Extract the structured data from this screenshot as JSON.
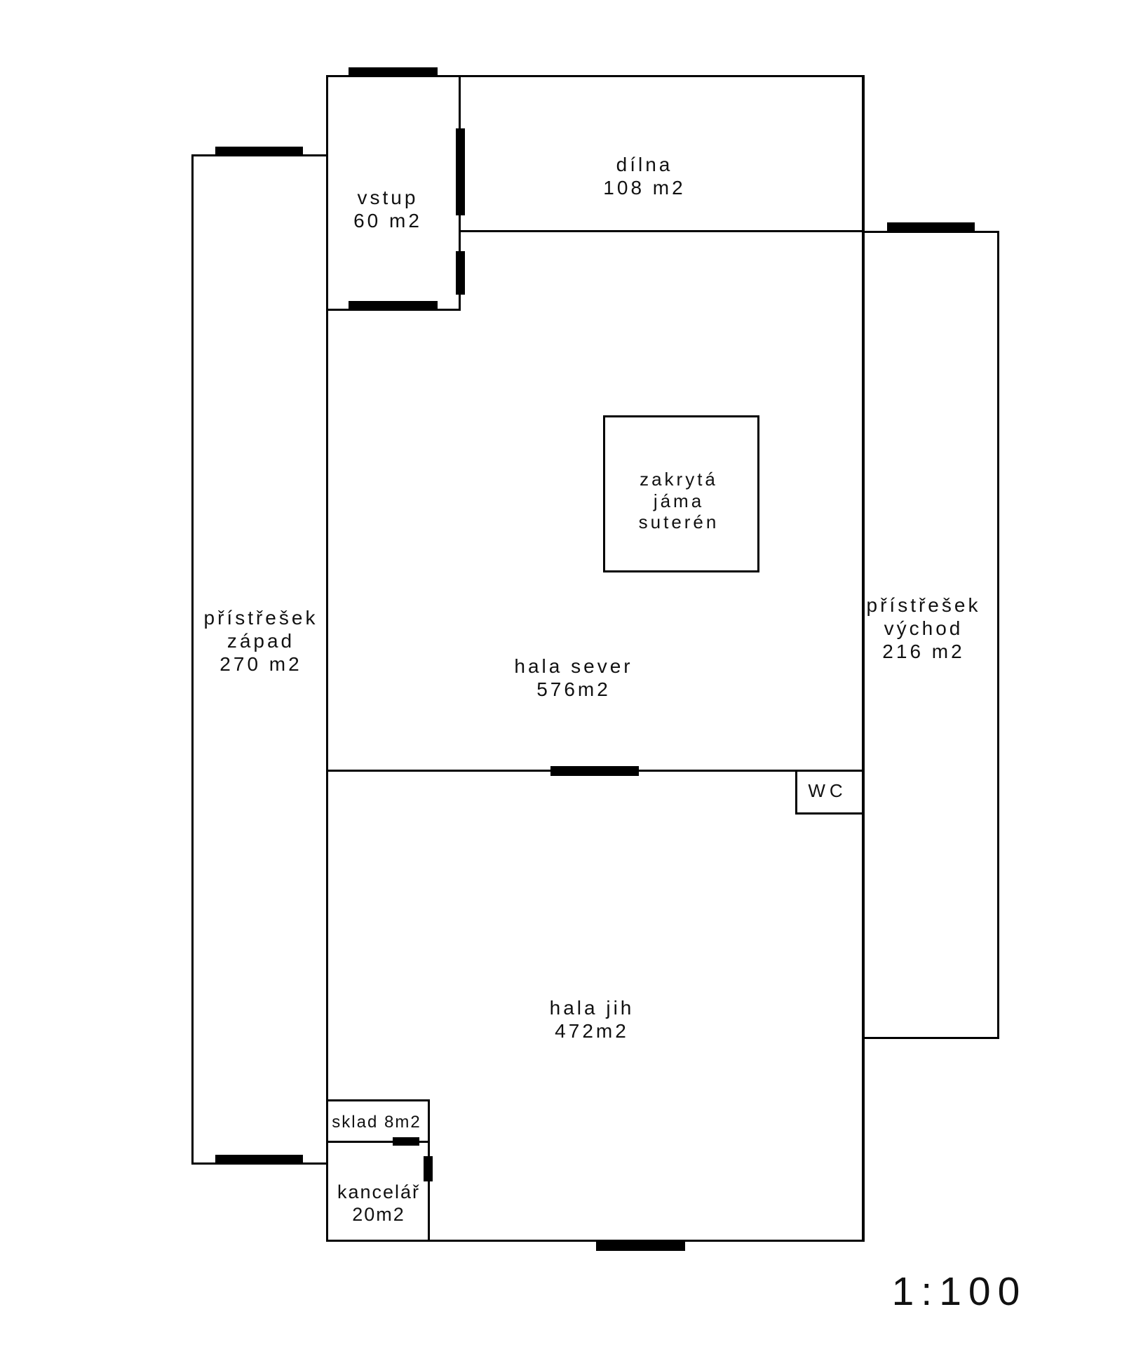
{
  "scale": {
    "label": "1:100"
  },
  "rooms": {
    "vstup": {
      "name": "vstup",
      "area": "60 m2"
    },
    "dilna": {
      "name": "dílna",
      "area": "108 m2"
    },
    "jama": {
      "line1": "zakrytá",
      "line2": "jáma",
      "line3": "suterén"
    },
    "pristresek_zapad": {
      "line1": "přístřešek",
      "line2": "západ",
      "line3": "270 m2"
    },
    "pristresek_vychod": {
      "line1": "přístřešek",
      "line2": "východ",
      "line3": "216 m2"
    },
    "hala_sever": {
      "name": "hala sever",
      "area": "576m2"
    },
    "hala_jih": {
      "name": "hala jih",
      "area": "472m2"
    },
    "wc": {
      "name": "WC"
    },
    "sklad": {
      "name": "sklad 8m2"
    },
    "kancelar": {
      "name": "kancelář",
      "area": "20m2"
    }
  },
  "colors": {
    "line": "#000000",
    "background": "#ffffff",
    "text": "#111111"
  }
}
